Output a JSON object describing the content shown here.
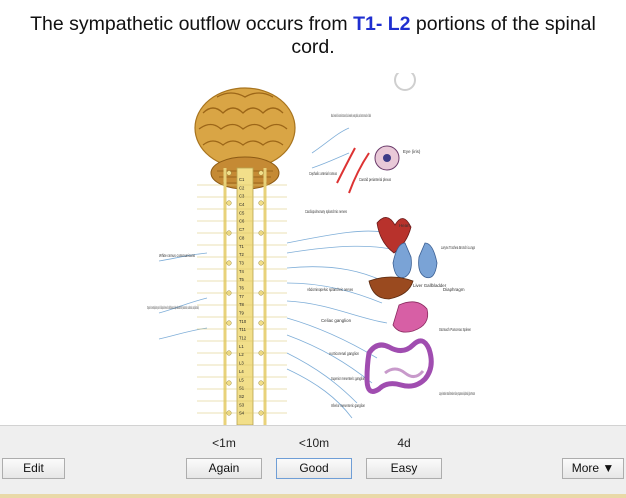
{
  "question": {
    "before": "The sympathetic outflow occurs from ",
    "highlight": "T1- L2",
    "after": " portions of the spinal cord."
  },
  "figure": {
    "labels": {
      "blood_vessels": "Blood vessels of visceral structures, blood vessels, sweat glands, and arrector muscles of hairs",
      "eye": "Eye (iris)",
      "cephalic": "Cephalic arterial ramus",
      "carotid": "Carotid periarterial plexus",
      "cardiopulmonary": "Cardiopulmonary splanchnic nerves",
      "heart": "Heart",
      "white_rami": "White ramus communicans",
      "larynx": "Larynx Trachea Bronchi Lungs",
      "abdominopelvic": "Abdominopelvic splanchnic nerves",
      "liver": "Liver Gallbladder",
      "diaphragm": "Diaphragm",
      "gray_rami": "Gray rami to ventral primary rami of all spinal nerves for distribution to body walls and limbs (vasomotion, sudomotion, and pilomotion).",
      "celiac": "Celiac ganglion",
      "stomach": "Stomach Pancreas Spleen",
      "aorticorenal": "Aorticorenal ganglion",
      "superior_mesenteric": "Superior mesenteric ganglion",
      "inferior_mesenteric": "Inferior mesenteric ganglion",
      "intestines": "Large intestine Small intestine Kidney Suprarenal (adrenal) glan Rectum"
    },
    "segments": [
      "C1",
      "C2",
      "C3",
      "C4",
      "C5",
      "C6",
      "C7",
      "C8",
      "T1",
      "T2",
      "T3",
      "T4",
      "T5",
      "T6",
      "T7",
      "T8",
      "T9",
      "T10",
      "T11",
      "T12",
      "L1",
      "L2",
      "L3",
      "L4",
      "L5",
      "S1",
      "S2",
      "S3",
      "S4"
    ]
  },
  "answer_bar": {
    "edit": "Edit",
    "more": "More ▼",
    "buttons": [
      {
        "time": "<1m",
        "label": "Again"
      },
      {
        "time": "<10m",
        "label": "Good"
      },
      {
        "time": "4d",
        "label": "Easy"
      }
    ]
  },
  "colors": {
    "highlight": "#1f2fd0",
    "cord": "#f2df8a",
    "brain": "#d9a545",
    "nerve": "#7faed8"
  }
}
